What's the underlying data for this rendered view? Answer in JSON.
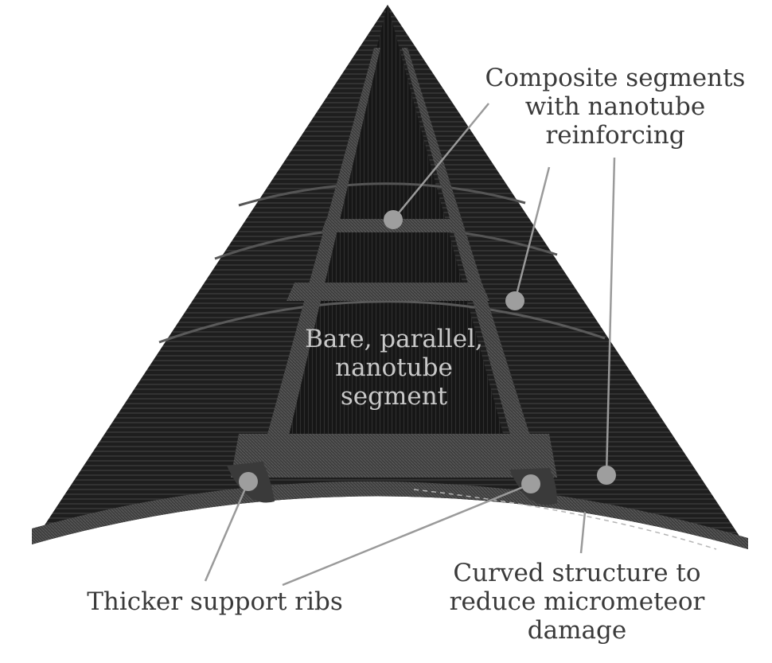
{
  "labels": {
    "composite": [
      "Composite segments",
      "with nanotube",
      "reinforcing"
    ],
    "bare": [
      "Bare, parallel,",
      "nanotube",
      "segment"
    ],
    "ribs": [
      "Thicker support ribs"
    ],
    "curved": [
      "Curved structure to",
      "reduce micrometeor",
      "damage"
    ]
  },
  "colors": {
    "body": "#222222",
    "stripe": "#3a3a3a",
    "rib": "#4b4b4b",
    "band": "#575757",
    "callout": "#9a9a9a",
    "marker": "#9e9e9e",
    "text": "#3a3a3a",
    "text_light": "#c9c9c9"
  }
}
